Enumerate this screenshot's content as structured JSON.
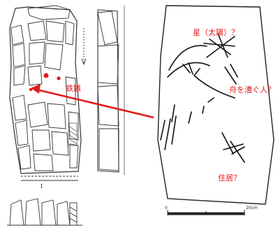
{
  "annotations": {
    "iron_ax": "鉄鏃",
    "star_sun": "星（太陽）？",
    "boat_rower": "舟を漕ぐ人？",
    "dwelling": "住居？"
  },
  "figure": {
    "mark": "I"
  },
  "scale": {
    "start": "0",
    "end": "20cm"
  },
  "colors": {
    "annotation": "#e31b1b",
    "line": "#222222",
    "stone": "#444444"
  }
}
